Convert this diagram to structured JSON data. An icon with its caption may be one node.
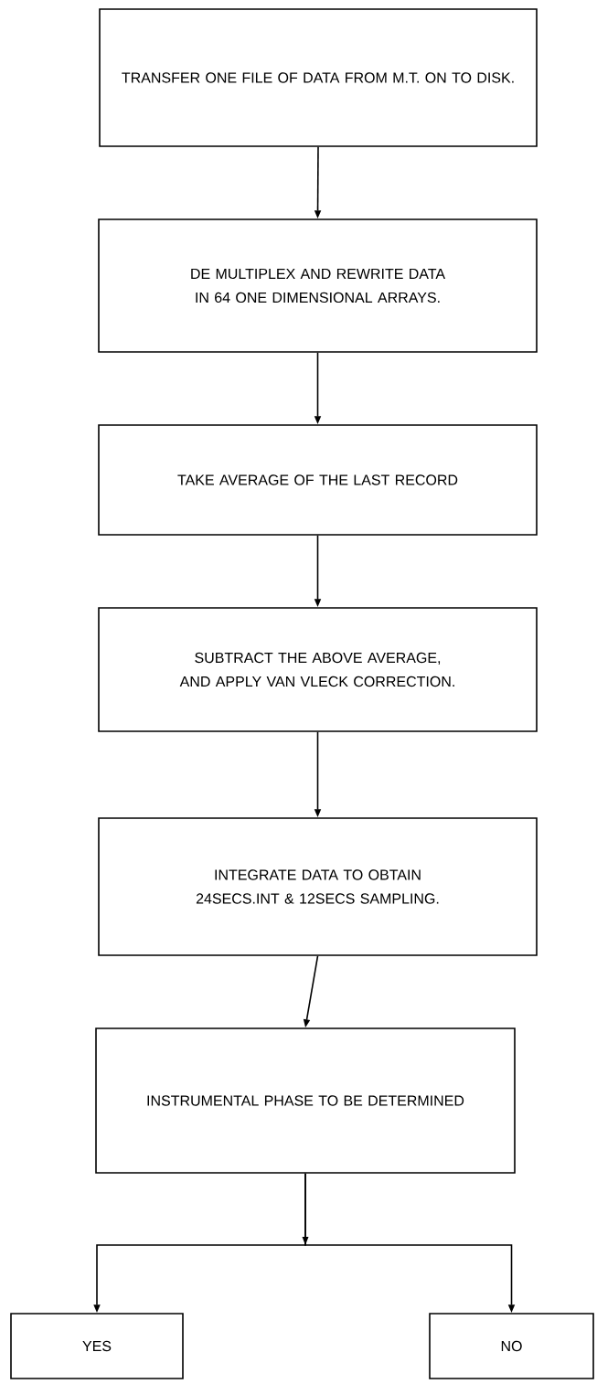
{
  "diagram": {
    "nodes": [
      {
        "text": [
          "TRANSFER ONE FILE OF DATA FROM M.T. ON TO DISK."
        ]
      },
      {
        "text": [
          "DE MULTIPLEX AND REWRITE DATA IN 64 ONE DIMENSIONAL ARRAYS."
        ]
      },
      {
        "text": [
          "TAKE AVERAGE OF THE LAST RECORD"
        ]
      },
      {
        "text": [
          "SUBTRACT THE ABOVE AVERAGE, AND APPLY VAN VLECK CORRECTION."
        ]
      },
      {
        "text": [
          "INTEGRATE DATA TO OBTAIN 24SECS.INT & 12SECS SAMPLING."
        ]
      },
      {
        "text": [
          "INSTRUMENTAL PHASE TO BE DETERMINED"
        ]
      },
      {
        "text": [
          "YES"
        ]
      },
      {
        "text": [
          "NO"
        ]
      }
    ],
    "edges": [
      {
        "from": 0,
        "to": 1,
        "arrow": "to"
      },
      {
        "from": 1,
        "to": 2,
        "arrow": "to"
      },
      {
        "from": 2,
        "to": 3,
        "arrow": "to"
      },
      {
        "from": 3,
        "to": 4,
        "arrow": "to"
      },
      {
        "from": 4,
        "to": 5,
        "arrow": "to"
      },
      {
        "from": 5,
        "to": 6,
        "arrow": "to"
      },
      {
        "from": 5,
        "to": 7,
        "arrow": "to"
      }
    ]
  }
}
